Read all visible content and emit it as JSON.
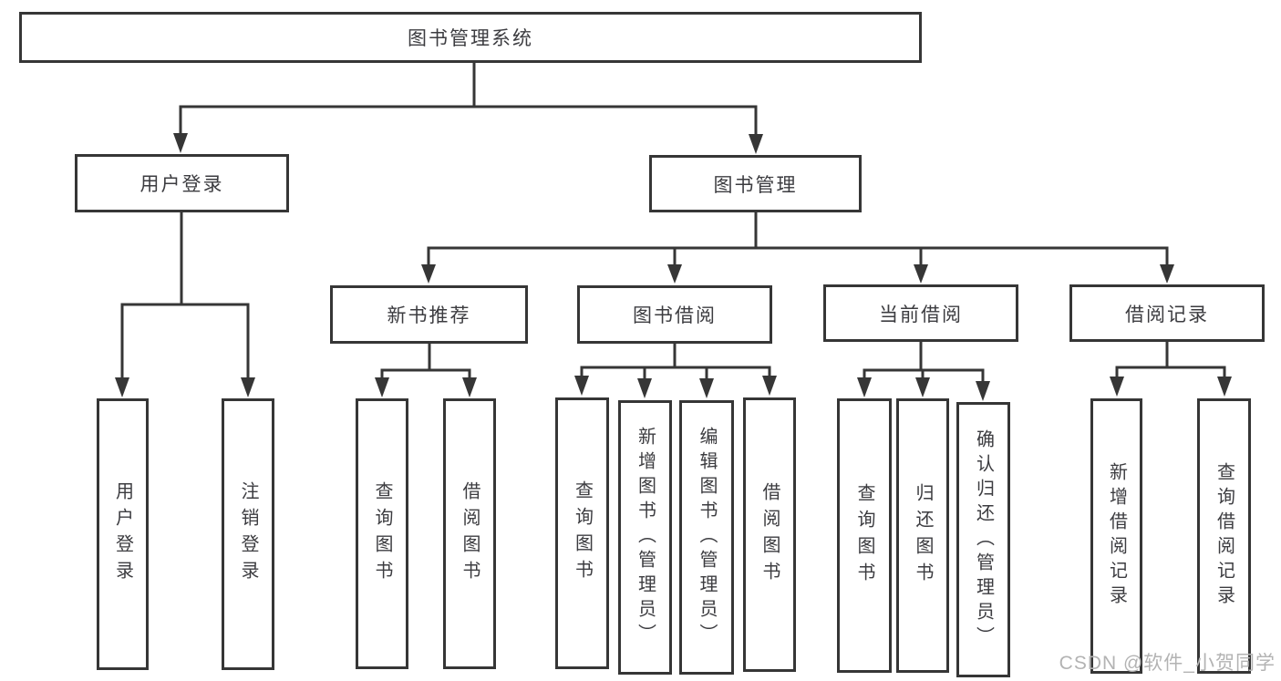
{
  "diagram": {
    "title": "图书管理系统",
    "type": "functional-structure-tree",
    "colors": {
      "line": "#363636",
      "box_border": "#363636",
      "text": "#3c3c40",
      "background": "#ffffff",
      "watermark_text_color": "#b3b3b3"
    }
  },
  "tree": {
    "root": {
      "label": "图书管理系统"
    },
    "children": [
      {
        "label": "用户登录",
        "children": [
          {
            "label": "用户登录"
          },
          {
            "label": "注销登录"
          }
        ]
      },
      {
        "label": "图书管理",
        "children": [
          {
            "label": "新书推荐",
            "children": [
              {
                "label": "查询图书"
              },
              {
                "label": "借阅图书"
              }
            ]
          },
          {
            "label": "图书借阅",
            "children": [
              {
                "label": "查询图书"
              },
              {
                "label": "新增图书（管理员）"
              },
              {
                "label": "编辑图书（管理员）"
              },
              {
                "label": "借阅图书"
              }
            ]
          },
          {
            "label": "当前借阅",
            "children": [
              {
                "label": "查询图书"
              },
              {
                "label": "归还图书"
              },
              {
                "label": "确认归还（管理员）"
              }
            ]
          },
          {
            "label": "借阅记录",
            "children": [
              {
                "label": "新增借阅记录"
              },
              {
                "label": "查询借阅记录"
              }
            ]
          }
        ]
      }
    ]
  },
  "watermark": {
    "text": "CSDN @软件_小贺同学"
  }
}
